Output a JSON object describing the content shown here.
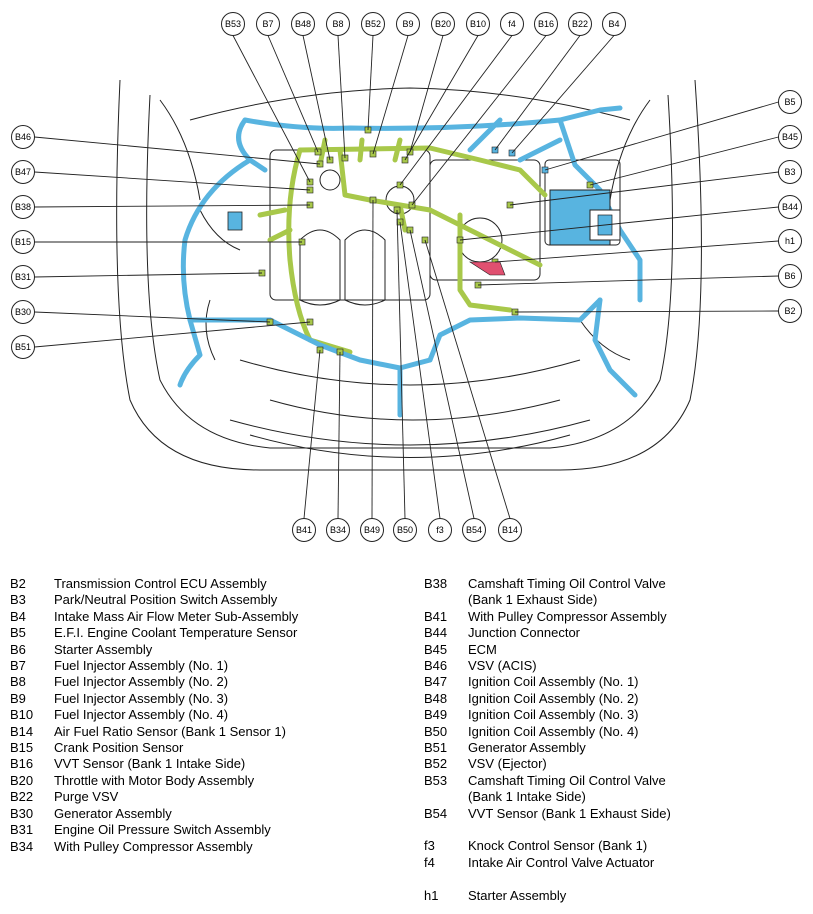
{
  "colors": {
    "harness_blue": "#58b4e0",
    "harness_green": "#a8c84a",
    "connector_pink": "#e05070",
    "outline": "#222222"
  },
  "callouts_top": [
    "B53",
    "B7",
    "B48",
    "B8",
    "B52",
    "B9",
    "B20",
    "B10",
    "f4",
    "B16",
    "B22",
    "B4"
  ],
  "callouts_left": [
    "B46",
    "B47",
    "B38",
    "B15",
    "B31",
    "B30",
    "B51"
  ],
  "callouts_right": [
    "B5",
    "B45",
    "B3",
    "B44",
    "h1",
    "B6",
    "B2"
  ],
  "callouts_bottom": [
    "B41",
    "B34",
    "B49",
    "B50",
    "f3",
    "B54",
    "B14"
  ],
  "legend_left": [
    {
      "code": "B2",
      "desc": "Transmission Control ECU Assembly"
    },
    {
      "code": "B3",
      "desc": "Park/Neutral Position Switch Assembly"
    },
    {
      "code": "B4",
      "desc": "Intake Mass Air Flow Meter Sub-Assembly"
    },
    {
      "code": "B5",
      "desc": "E.F.I. Engine Coolant Temperature Sensor"
    },
    {
      "code": "B6",
      "desc": "Starter Assembly"
    },
    {
      "code": "B7",
      "desc": "Fuel Injector Assembly (No. 1)"
    },
    {
      "code": "B8",
      "desc": "Fuel Injector Assembly (No. 2)"
    },
    {
      "code": "B9",
      "desc": "Fuel Injector Assembly (No. 3)"
    },
    {
      "code": "B10",
      "desc": "Fuel Injector Assembly (No. 4)"
    },
    {
      "code": "B14",
      "desc": "Air Fuel Ratio Sensor (Bank 1 Sensor 1)"
    },
    {
      "code": "B15",
      "desc": "Crank Position Sensor"
    },
    {
      "code": "B16",
      "desc": "VVT Sensor (Bank 1 Intake Side)"
    },
    {
      "code": "B20",
      "desc": "Throttle with Motor Body Assembly"
    },
    {
      "code": "B22",
      "desc": "Purge VSV"
    },
    {
      "code": "B30",
      "desc": "Generator Assembly"
    },
    {
      "code": "B31",
      "desc": "Engine Oil Pressure Switch Assembly"
    },
    {
      "code": "B34",
      "desc": "With Pulley Compressor Assembly"
    }
  ],
  "legend_right": [
    {
      "code": "B38",
      "desc": "Camshaft Timing Oil Control Valve"
    },
    {
      "code": "",
      "desc": "(Bank 1 Exhaust Side)"
    },
    {
      "code": "B41",
      "desc": "With Pulley Compressor Assembly"
    },
    {
      "code": "B44",
      "desc": "Junction Connector"
    },
    {
      "code": "B45",
      "desc": "ECM"
    },
    {
      "code": "B46",
      "desc": "VSV (ACIS)"
    },
    {
      "code": "B47",
      "desc": "Ignition Coil Assembly (No. 1)"
    },
    {
      "code": "B48",
      "desc": "Ignition Coil Assembly (No. 2)"
    },
    {
      "code": "B49",
      "desc": "Ignition Coil Assembly (No. 3)"
    },
    {
      "code": "B50",
      "desc": "Ignition Coil Assembly (No. 4)"
    },
    {
      "code": "B51",
      "desc": "Generator Assembly"
    },
    {
      "code": "B52",
      "desc": "VSV (Ejector)"
    },
    {
      "code": "B53",
      "desc": "Camshaft Timing Oil Control Valve"
    },
    {
      "code": "",
      "desc": "(Bank 1 Intake Side)"
    },
    {
      "code": "B54",
      "desc": "VVT Sensor (Bank 1 Exhaust Side)"
    },
    {
      "code": "",
      "desc": ""
    },
    {
      "code": "f3",
      "desc": "Knock Control Sensor (Bank 1)"
    },
    {
      "code": "f4",
      "desc": "Intake Air Control Valve Actuator"
    },
    {
      "code": "",
      "desc": ""
    },
    {
      "code": "h1",
      "desc": "Starter Assembly"
    }
  ]
}
